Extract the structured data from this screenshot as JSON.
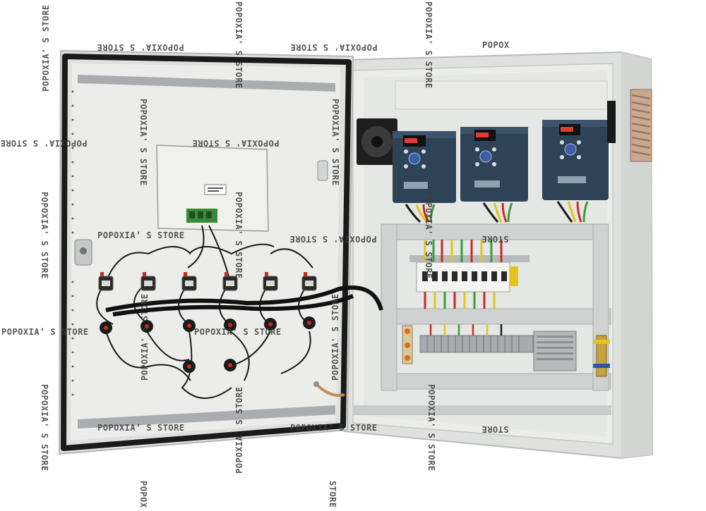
{
  "watermarks": {
    "store_full": "POPOXIA' S STORE",
    "store_full_alt": "POPOXIA’ S STORE",
    "store_short": "STORE",
    "popox": "POPOX",
    "popox_short": "POPOX"
  },
  "colors": {
    "enclosure": "#e4e6e3",
    "door_panel": "#eceeec",
    "gasket": "#1a1a1a",
    "drive_body": "#2e4256",
    "din_rail": "#b7bbbd",
    "wire_red": "#cc2a22",
    "wire_yellow": "#e1c51e",
    "wire_green": "#3c9a3a",
    "wire_black": "#1b1b1b"
  }
}
